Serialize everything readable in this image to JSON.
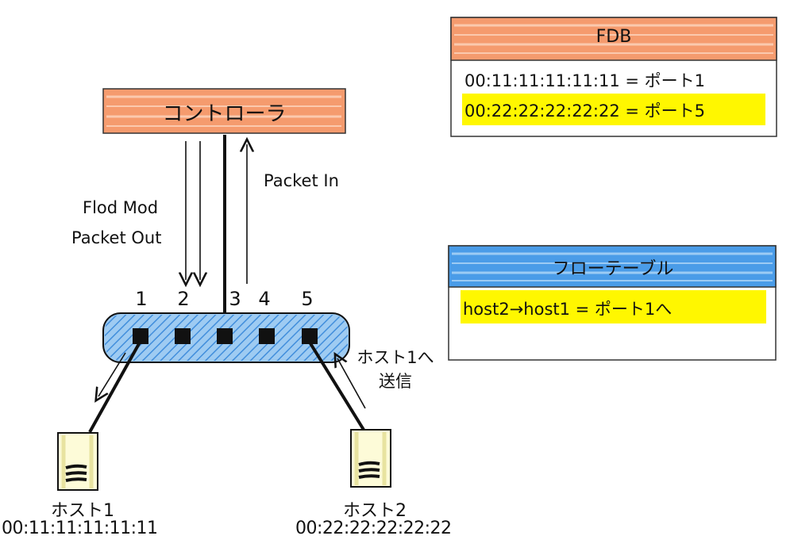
{
  "controller": {
    "label": "コントローラ",
    "color": "#f59b6e"
  },
  "arrows": {
    "down_label_line1": "Flod Mod",
    "down_label_line2": "Packet Out",
    "up_label": "Packet In"
  },
  "switch": {
    "color": "#4a9ce8",
    "ports": [
      "1",
      "2",
      "3",
      "4",
      "5"
    ]
  },
  "hosts": [
    {
      "name": "ホスト1",
      "mac": "00:11:11:11:11:11"
    },
    {
      "name": "ホスト2",
      "mac": "00:22:22:22:22:22"
    }
  ],
  "send_label": {
    "line1": "ホスト1へ",
    "line2": "送信"
  },
  "fdb": {
    "title": "FDB",
    "header_color": "#f59b6e",
    "rows": [
      {
        "text": "00:11:11:11:11:11 = ポート1",
        "highlight": false
      },
      {
        "text": "00:22:22:22:22:22 = ポート5",
        "highlight": true
      }
    ]
  },
  "flow_table": {
    "title": "フローテーブル",
    "header_color": "#4a9ce8",
    "rows": [
      {
        "text": "host2→host1 = ポート1へ",
        "highlight": true
      }
    ]
  },
  "highlight_color": "#fff700"
}
